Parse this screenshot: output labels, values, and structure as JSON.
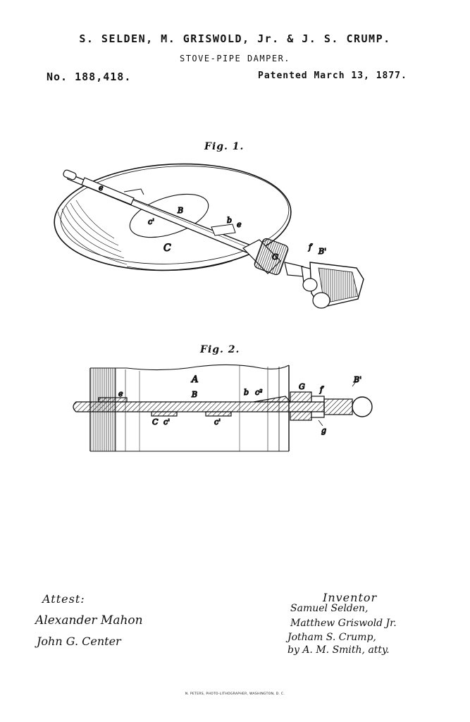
{
  "header": {
    "inventors": "S. SELDEN, M. GRISWOLD, Jr. & J. S. CRUMP.",
    "title": "STOVE-PIPE DAMPER.",
    "patent_number": "No. 188,418.",
    "patent_date": "Patented March 13, 1877."
  },
  "figures": {
    "fig1_label": "Fig. 1.",
    "fig2_label": "Fig. 2."
  },
  "reference_letters": {
    "fig1": {
      "e": "e",
      "B": "B",
      "c1": "c'",
      "b": "b",
      "e2": "e",
      "C": "C",
      "G": "G",
      "f": "f",
      "B1": "B'"
    },
    "fig2": {
      "e": "e",
      "A": "A",
      "B": "B",
      "b": "b",
      "c2": "c²",
      "G": "G",
      "f": "f",
      "B1": "B'",
      "C": "C",
      "c1a": "c'",
      "c1b": "c'",
      "g": "g"
    }
  },
  "signatures": {
    "attest_label": "Attest:",
    "witness_1": "Alexander Mahon",
    "witness_2": "John G. Center",
    "inventor_label": "Inventor",
    "inventor_1": "Samuel Selden,",
    "inventor_2": "Matthew Griswold Jr.",
    "inventor_3": "Jotham S. Crump,",
    "inventor_4": "by A. M. Smith, atty."
  },
  "footer": {
    "lithographer": "N. PETERS, PHOTO-LITHOGRAPHER, WASHINGTON, D. C."
  }
}
